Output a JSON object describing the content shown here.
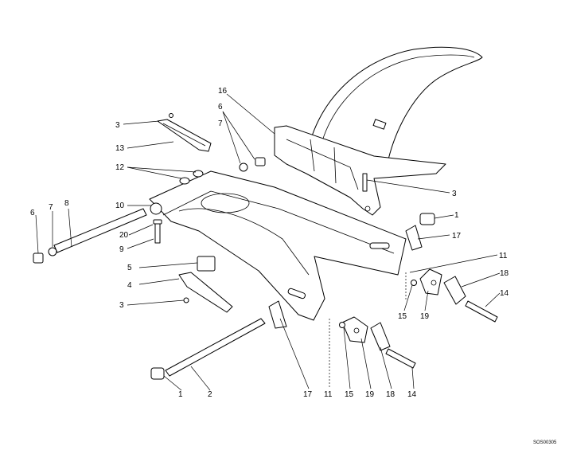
{
  "diagram": {
    "drawing_code": "SOS00305",
    "callouts": [
      "16",
      "6",
      "7",
      "3",
      "13",
      "12",
      "10",
      "8",
      "7",
      "6",
      "20",
      "9",
      "5",
      "4",
      "3",
      "3",
      "1",
      "17",
      "11",
      "18",
      "15",
      "19",
      "14",
      "1",
      "2",
      "17",
      "11",
      "15",
      "19",
      "18",
      "14"
    ]
  },
  "colors": {
    "line": "#000000",
    "background": "#ffffff"
  }
}
